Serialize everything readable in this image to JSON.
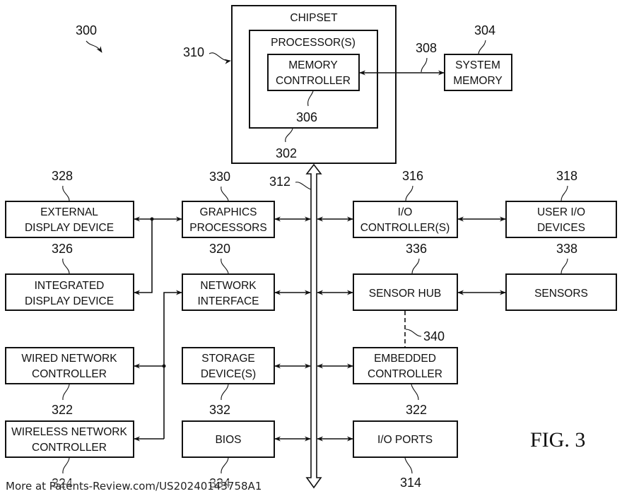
{
  "figure": {
    "label": "FIG. 3",
    "ref": "300"
  },
  "chipset": {
    "label": "CHIPSET",
    "ref": "310"
  },
  "processor": {
    "label": "PROCESSOR(S)",
    "ref": "302"
  },
  "memory_controller": {
    "line1": "MEMORY",
    "line2": "CONTROLLER",
    "ref": "306"
  },
  "system_memory": {
    "line1": "SYSTEM",
    "line2": "MEMORY",
    "ref": "304"
  },
  "memory_bus": {
    "ref": "308"
  },
  "system_bus": {
    "ref": "312"
  },
  "blocks": {
    "external_display": {
      "line1": "EXTERNAL",
      "line2": "DISPLAY DEVICE",
      "ref": "328"
    },
    "integrated_display": {
      "line1": "INTEGRATED",
      "line2": "DISPLAY DEVICE",
      "ref": "326"
    },
    "wired_network": {
      "line1": "WIRED NETWORK",
      "line2": "CONTROLLER",
      "ref": "322"
    },
    "wireless_network": {
      "line1": "WIRELESS NETWORK",
      "line2": "CONTROLLER",
      "ref": "324"
    },
    "graphics": {
      "line1": "GRAPHICS",
      "line2": "PROCESSORS",
      "ref": "330"
    },
    "network_interface": {
      "line1": "NETWORK",
      "line2": "INTERFACE",
      "ref": "320"
    },
    "storage": {
      "line1": "STORAGE",
      "line2": "DEVICE(S)",
      "ref": "332"
    },
    "bios": {
      "line1": "BIOS",
      "ref": "334"
    },
    "io_controller": {
      "line1": "I/O",
      "line2": "CONTROLLER(S)",
      "ref": "316"
    },
    "sensor_hub": {
      "line1": "SENSOR HUB",
      "ref": "336"
    },
    "embedded_controller": {
      "line1": "EMBEDDED",
      "line2": "CONTROLLER",
      "ref": "322"
    },
    "io_ports": {
      "line1": "I/O PORTS",
      "ref": "314"
    },
    "user_io": {
      "line1": "USER I/O",
      "line2": "DEVICES",
      "ref": "318"
    },
    "sensors": {
      "line1": "SENSORS",
      "ref": "338"
    }
  },
  "sensor_link": {
    "ref": "340"
  },
  "footer": {
    "text": "More at Patents-Review.com/US20240143758A1"
  }
}
